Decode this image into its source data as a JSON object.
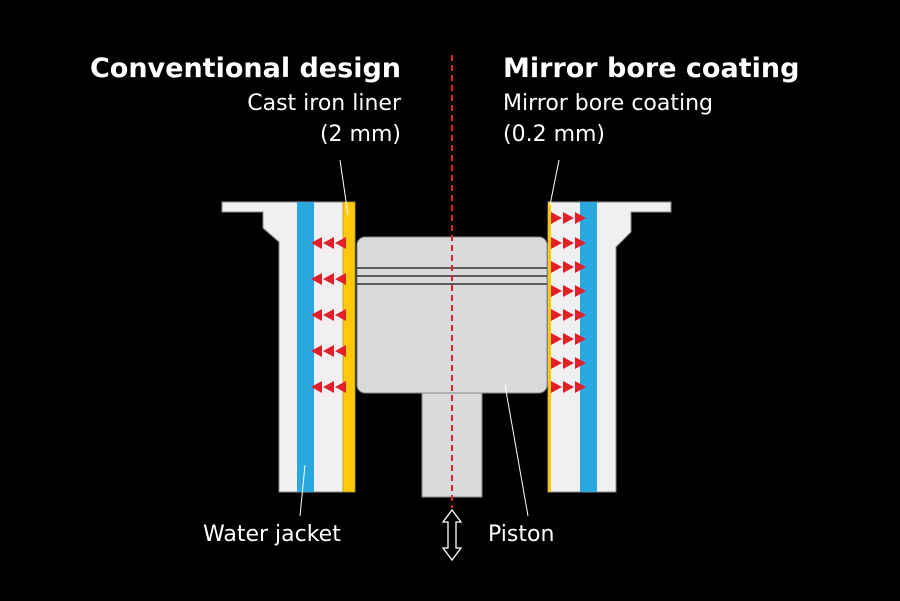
{
  "left": {
    "title": "Conventional design",
    "label_line1": "Cast iron liner",
    "label_line2": "(2 mm)",
    "bottom_label": "Water jacket"
  },
  "right": {
    "title": "Mirror bore coating",
    "label_line1": "Mirror bore coating",
    "label_line2": "(0.2 mm)"
  },
  "piston_label": "Piston",
  "colors": {
    "background": "#000000",
    "block": "#f0f0f0",
    "water_jacket": "#29a8e0",
    "liner": "#ffc80a",
    "piston": "#d9dadc",
    "heat_arrow": "#e3202a",
    "centerline": "#e3202a"
  }
}
